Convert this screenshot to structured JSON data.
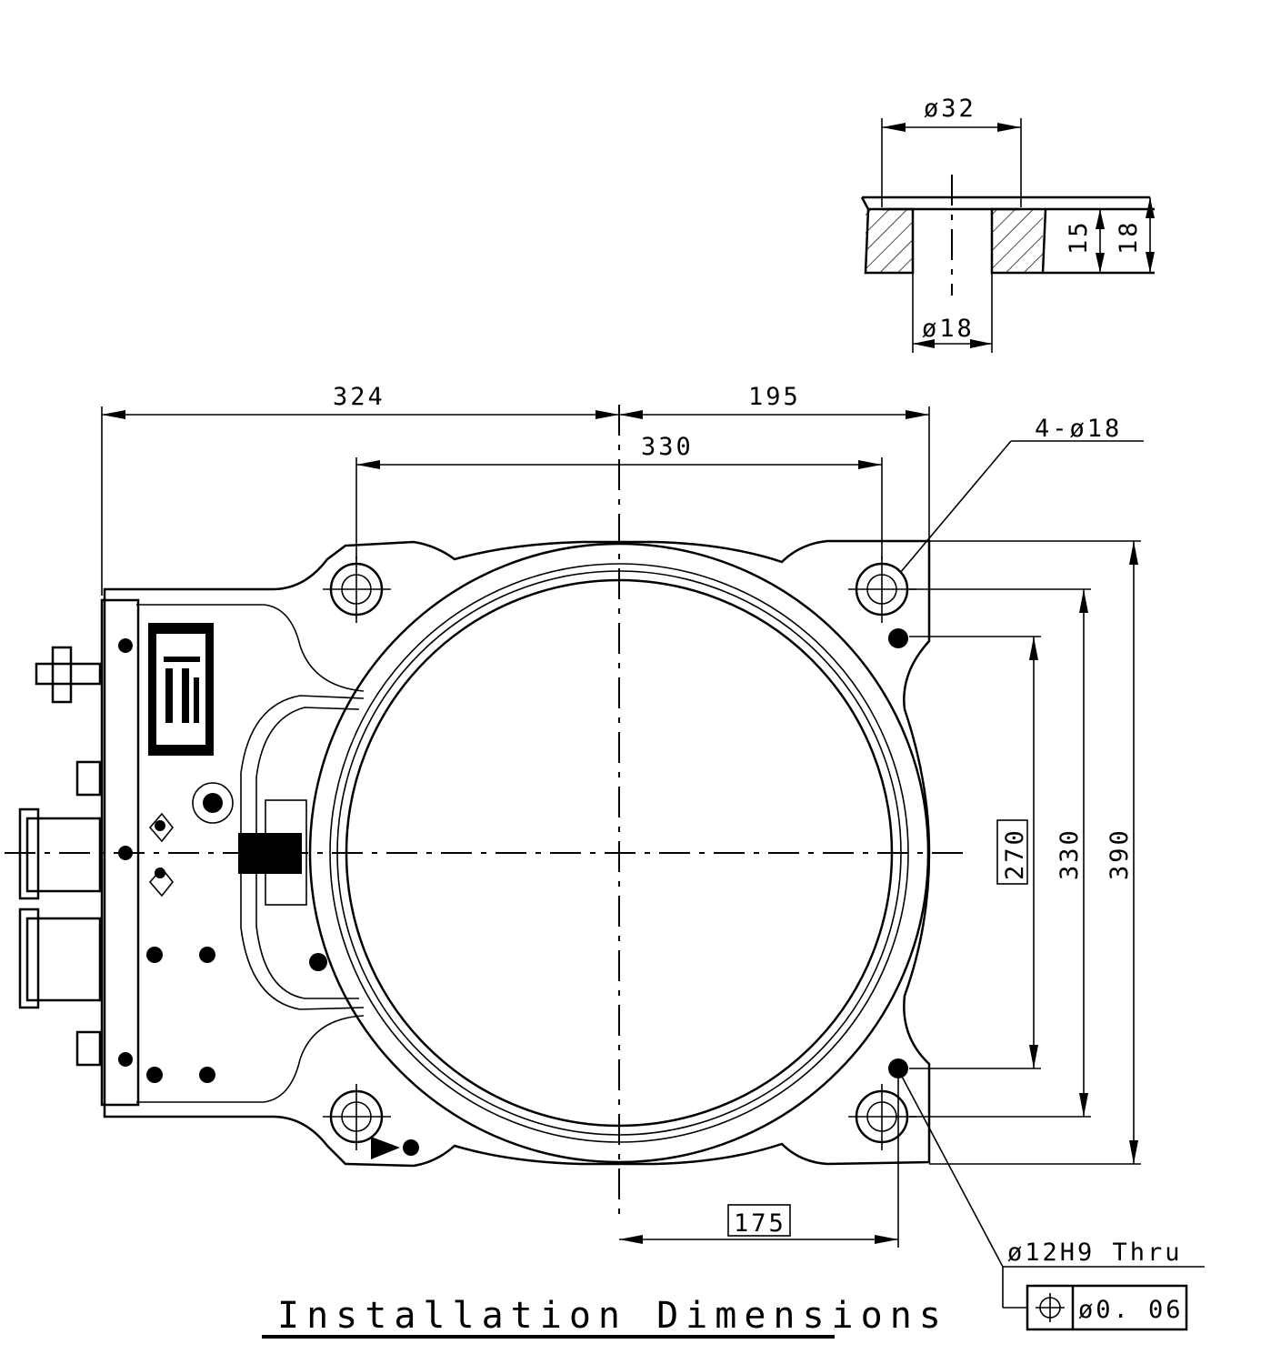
{
  "title": "Installation Dimensions",
  "counterbore_detail": {
    "counterbore_diameter": "ø32",
    "hole_diameter": "ø18",
    "counterbore_depth": "15",
    "plate_thickness": "18"
  },
  "plan_view": {
    "dim_left_to_center": "324",
    "dim_center_to_right": "195",
    "dim_hole_spacing_horizontal": "330",
    "mounting_holes": "4-ø18",
    "dim_pin_spacing_vertical": "270",
    "dim_hole_spacing_vertical": "330",
    "dim_overall_height": "390",
    "dim_pin_offset": "175",
    "pin_hole": "ø12H9 Thru",
    "position_tolerance": "ø0. 06"
  },
  "colors": {
    "line": "#000000",
    "background": "#ffffff"
  }
}
